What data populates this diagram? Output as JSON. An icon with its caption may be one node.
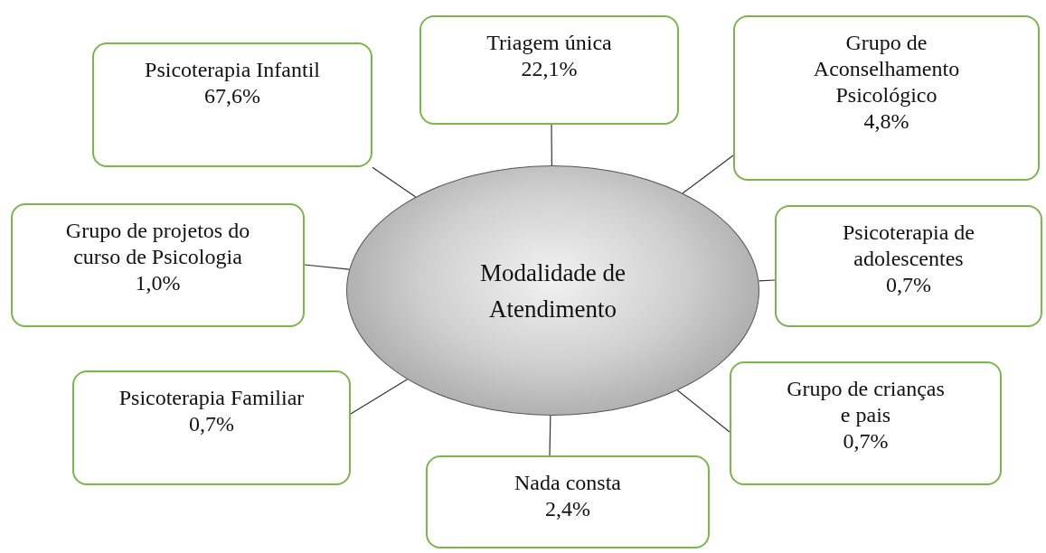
{
  "diagram": {
    "nodes": [
      {
        "text": [
          "Modalidade de Atendimento"
        ]
      },
      {
        "text": [
          "Psicoterapia Infantil",
          "67,6%"
        ]
      },
      {
        "text": [
          "Triagem única",
          "22,1%"
        ]
      },
      {
        "text": [
          "Grupo de Aconselhamento Psicológico",
          "4,8%"
        ]
      },
      {
        "text": [
          "Grupo de projetos do curso de Psicologia",
          "1,0%"
        ]
      },
      {
        "text": [
          "Psicoterapia de adolescentes",
          "0,7%"
        ]
      },
      {
        "text": [
          "Psicoterapia Familiar",
          "0,7%"
        ]
      },
      {
        "text": [
          "Grupo de crianças e pais",
          "0,7%"
        ]
      },
      {
        "text": [
          "Nada consta",
          "2,4%"
        ]
      }
    ],
    "edges": [
      {
        "from": 0,
        "to": 1,
        "arrow": "none"
      },
      {
        "from": 0,
        "to": 2,
        "arrow": "none"
      },
      {
        "from": 0,
        "to": 3,
        "arrow": "none"
      },
      {
        "from": 0,
        "to": 4,
        "arrow": "none"
      },
      {
        "from": 0,
        "to": 5,
        "arrow": "none"
      },
      {
        "from": 0,
        "to": 6,
        "arrow": "none"
      },
      {
        "from": 0,
        "to": 7,
        "arrow": "none"
      },
      {
        "from": 0,
        "to": 8,
        "arrow": "none"
      }
    ]
  }
}
